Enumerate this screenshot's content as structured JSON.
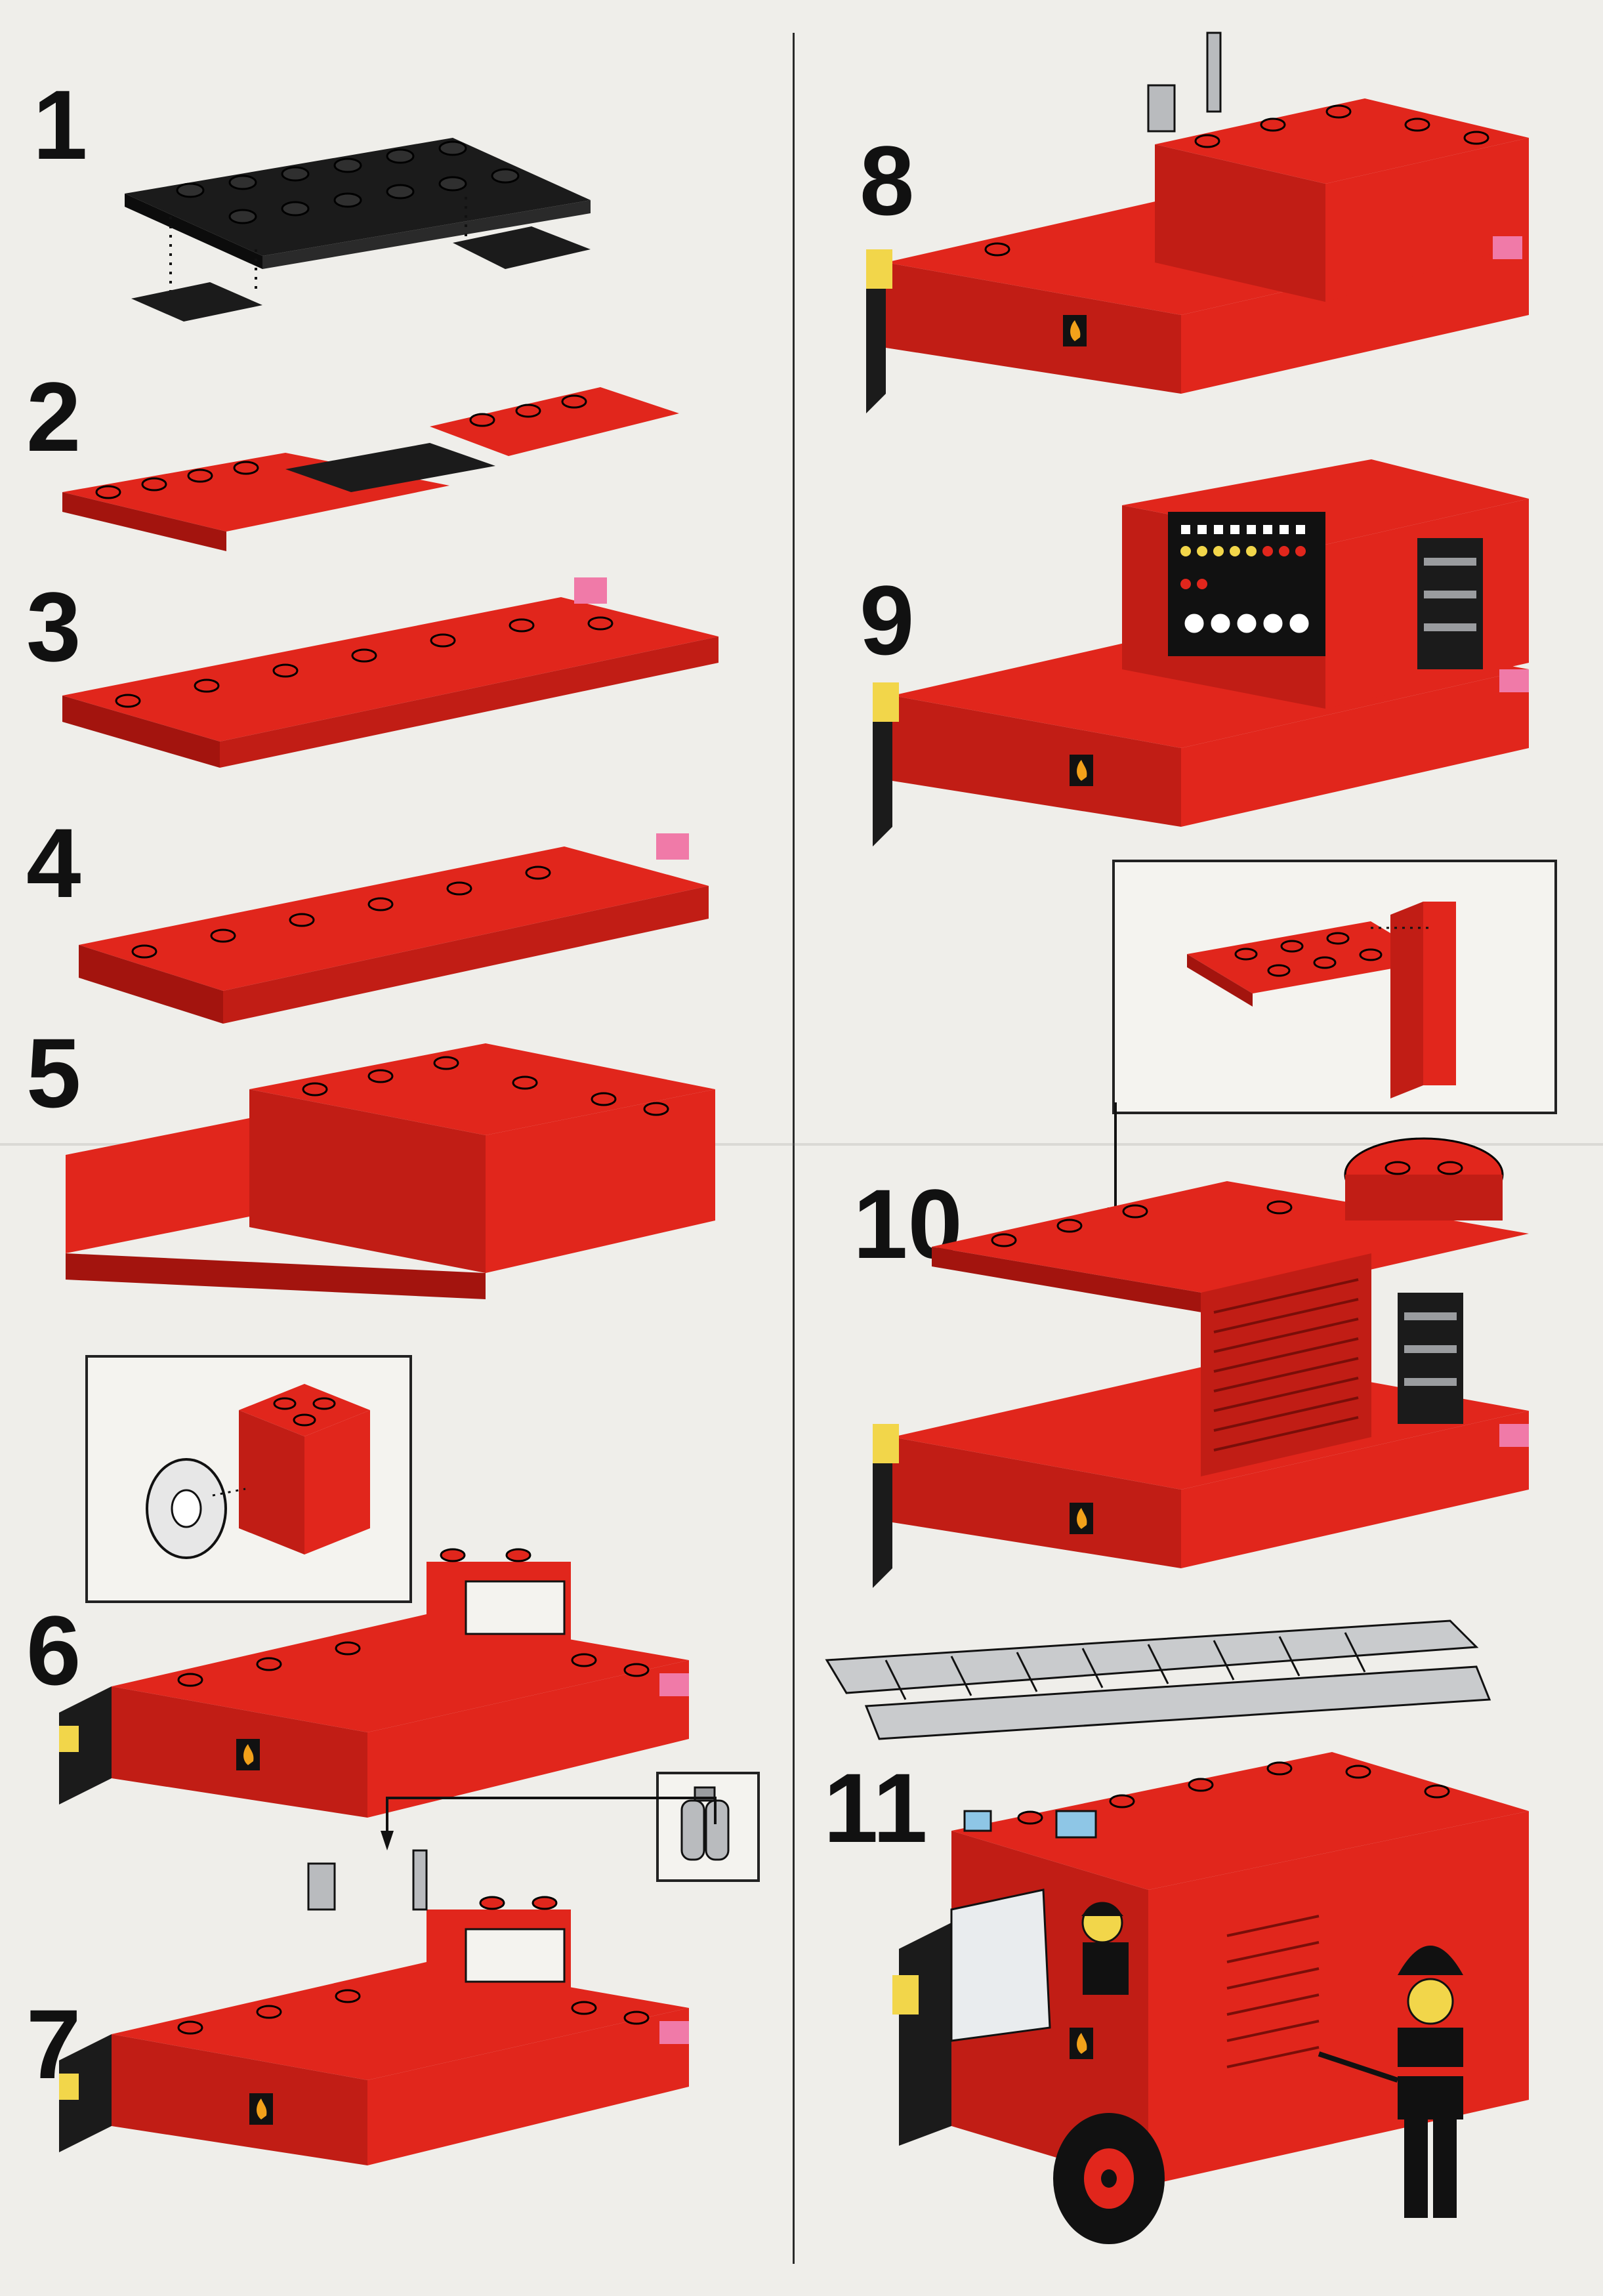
{
  "steps": [
    {
      "number": "1"
    },
    {
      "number": "2"
    },
    {
      "number": "3"
    },
    {
      "number": "4"
    },
    {
      "number": "5"
    },
    {
      "number": "6"
    },
    {
      "number": "7"
    },
    {
      "number": "8"
    },
    {
      "number": "9"
    },
    {
      "number": "10"
    },
    {
      "number": "11"
    }
  ],
  "colors": {
    "brick_red": "#e1261c",
    "brick_dark_red": "#a3140e",
    "black_plate": "#1b1b1b",
    "pink_tile": "#f07aa8",
    "yellow_light": "#f2d64a",
    "grey_part": "#b9bbbe",
    "ladder_grey": "#c9cbcd",
    "paper": "#efeeea"
  },
  "icons": [
    "fire-emblem-icon",
    "arrow-down-icon",
    "dotted-guide-line-icon"
  ]
}
